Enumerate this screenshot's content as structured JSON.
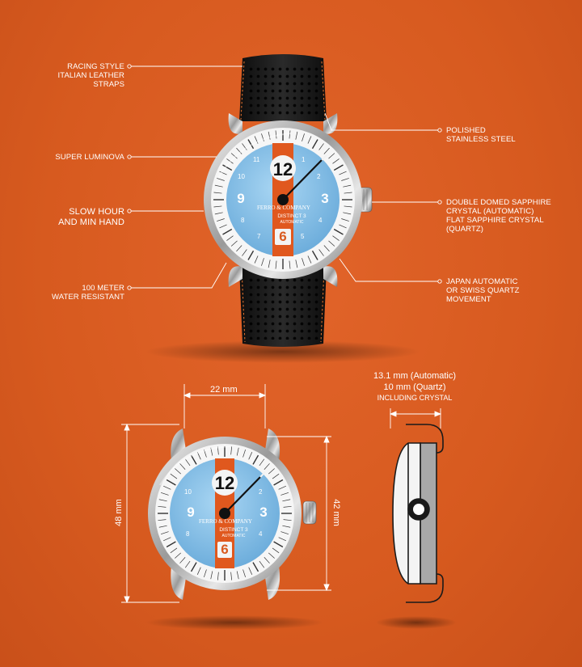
{
  "callouts": {
    "straps": [
      "RACING STYLE",
      "ITALIAN LEATHER",
      "STRAPS"
    ],
    "luminova": [
      "SUPER LUMINOVA"
    ],
    "hands": [
      "SLOW HOUR",
      "AND MIN HAND"
    ],
    "water": [
      "100 METER",
      "WATER RESISTANT"
    ],
    "steel": [
      "POLISHED",
      "STAINLESS STEEL"
    ],
    "crystal": [
      "DOUBLE DOMED SAPPHIRE",
      "CRYSTAL (AUTOMATIC)",
      "FLAT SAPPHIRE CRYSTAL",
      "(QUARTZ)"
    ],
    "movement": [
      "JAPAN AUTOMATIC",
      "OR SWISS QUARTZ",
      "MOVEMENT"
    ]
  },
  "dial": {
    "numeral_top": "12",
    "numeral_bottom": "6",
    "numeral_left": "9",
    "numeral_right": "3",
    "minor_numerals": [
      "1",
      "2",
      "4",
      "5",
      "7",
      "8",
      "10",
      "11"
    ],
    "brand": "FERRO & COMPANY",
    "model": "DISTINCT 3",
    "movement_label": "AUTOMATIC"
  },
  "dimensions": {
    "lug_width": "22 mm",
    "length": "48 mm",
    "diameter": "42 mm",
    "thickness_automatic": "13.1 mm (Automatic)",
    "thickness_quartz": "10 mm (Quartz)",
    "thickness_note": "INCLUDING CRYSTAL"
  },
  "colors": {
    "background": "#d95a1f",
    "dial_blue": "#8cc4ea",
    "stripe_orange": "#e0581e",
    "strap": "#1a1a1a",
    "stitching": "#e8742e"
  }
}
